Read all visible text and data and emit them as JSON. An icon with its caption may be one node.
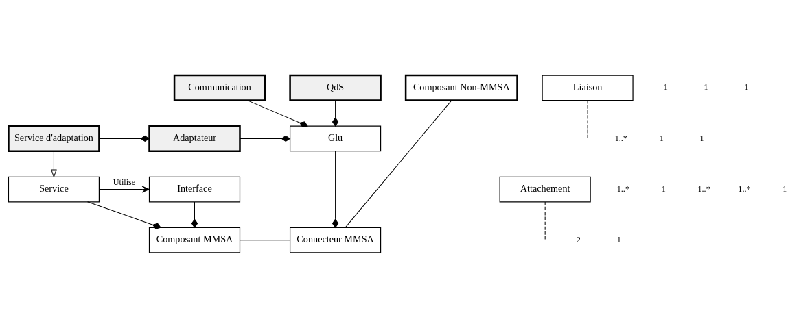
{
  "diagram": {
    "nodes": [
      {
        "text": [
          "Service"
        ]
      },
      {
        "text": [
          "Interface"
        ]
      },
      {
        "text": [
          "Attachement"
        ]
      },
      {
        "text": [
          "Composant MMSA"
        ]
      },
      {
        "text": [
          "Connecteur MMSA"
        ]
      },
      {
        "text": [
          "Service d'adaptation"
        ]
      },
      {
        "text": [
          "Adaptateur"
        ]
      },
      {
        "text": [
          "QdS"
        ]
      },
      {
        "text": [
          "Communication"
        ]
      },
      {
        "text": [
          "Glu"
        ]
      },
      {
        "text": [
          "Liaison"
        ]
      },
      {
        "text": [
          "Composant Non-MMSA"
        ]
      }
    ],
    "edges": [
      {
        "from": 0,
        "to": 1,
        "arrow": "to",
        "label": "Utilise"
      },
      {
        "from": 1,
        "to": 3,
        "arrow": "other"
      },
      {
        "from": 0,
        "to": 3,
        "arrow": "other"
      },
      {
        "from": 5,
        "to": 0,
        "arrow": "to"
      },
      {
        "from": 2,
        "to": null,
        "arrow": "none",
        "style": "dashed"
      },
      {
        "from": 3,
        "to": 4,
        "arrow": "none"
      },
      {
        "from": 5,
        "to": 6,
        "arrow": "other"
      },
      {
        "from": 6,
        "to": 9,
        "arrow": "other"
      },
      {
        "from": 7,
        "to": 9,
        "arrow": "other"
      },
      {
        "from": 8,
        "to": 9,
        "arrow": "other"
      },
      {
        "from": 9,
        "to": 4,
        "arrow": "other"
      },
      {
        "from": 10,
        "to": null,
        "arrow": "none",
        "style": "dashed"
      },
      {
        "from": 11,
        "to": 4,
        "arrow": "none"
      }
    ],
    "labels": [
      "1..*",
      "1",
      "1..*",
      "1..*",
      "1",
      "2",
      "1",
      "1..*",
      "1",
      "1",
      "1",
      "1",
      "1"
    ]
  }
}
